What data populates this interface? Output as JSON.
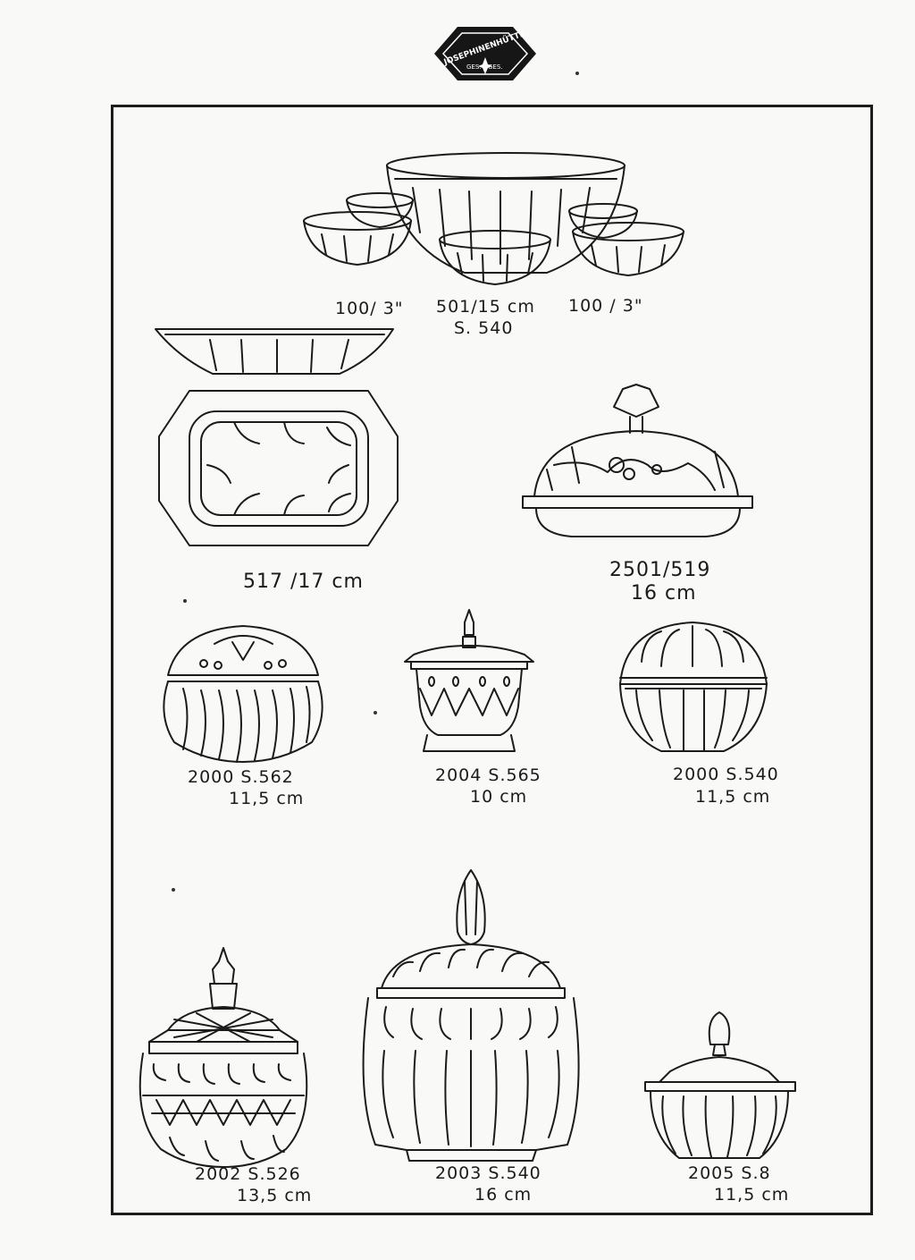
{
  "brand": {
    "name": "JOSEPHINENHÜTTE",
    "mark_left": "GES.",
    "mark_right": "GES."
  },
  "items": {
    "bowl_small_left": "100/ 3\"",
    "bowl_large": "501/15 cm",
    "bowl_large_series": "S. 540",
    "bowl_small_right": "100 / 3\"",
    "dish": "517 /17 cm",
    "butter_dish": "2501/519",
    "butter_dish_size": "16 cm",
    "box_ribbed": "2000  S.562",
    "box_ribbed_size": "11,5 cm",
    "box_footed": "2004  S.565",
    "box_footed_size": "10 cm",
    "box_thumbprint": "2000  S.540",
    "box_thumbprint_size": "11,5 cm",
    "jar_diamond": "2002  S.526",
    "jar_diamond_size": "13,5 cm",
    "jar_large": "2003  S.540",
    "jar_large_size": "16 cm",
    "jar_small": "2005   S.8",
    "jar_small_size": "11,5 cm"
  }
}
